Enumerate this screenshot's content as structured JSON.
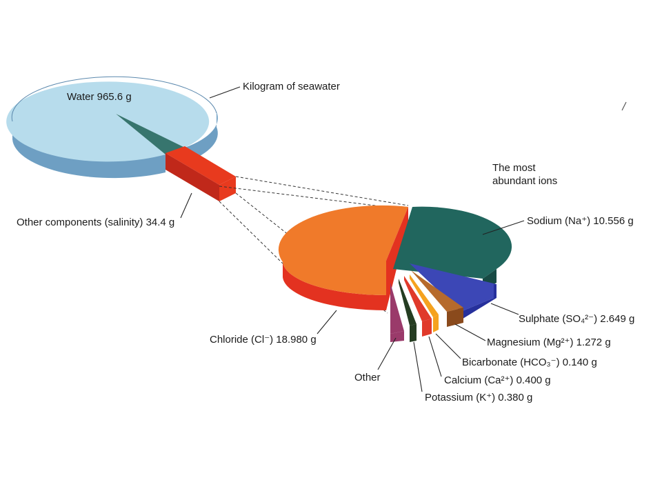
{
  "colors": {
    "water_top": "#b7dcec",
    "water_side": "#6e9fc3",
    "salinity_top": "#e83a1e",
    "salinity_side": "#c0281a",
    "chloride_top": "#f07a2a",
    "chloride_side": "#e33220",
    "sodium_top": "#21665e",
    "sodium_side": "#174a44",
    "sulphate_top": "#3c47b6",
    "sulphate_side": "#26309c",
    "magnesium_top": "#b66a2c",
    "magnesium_side": "#8a4a1c",
    "bicarbonate_top": "#f5a21f",
    "calcium_top": "#e03a2b",
    "potassium_top": "#253d22",
    "other_top": "#9a3a6a"
  },
  "chart_data": [
    {
      "type": "pie",
      "style": "3d-exploded",
      "series": [
        {
          "name": "Water",
          "label": "Water 965.6 g",
          "value": 965.6,
          "unit": "g"
        },
        {
          "name": "Other components (salinity)",
          "label": "Other components (salinity) 34.4 g",
          "value": 34.4,
          "unit": "g"
        }
      ],
      "annotation": "Kilogram of seawater"
    },
    {
      "type": "pie",
      "style": "3d-exploded",
      "title_lines": [
        "The most",
        "abundant ions"
      ],
      "series": [
        {
          "name": "Chloride",
          "label": "Chloride (Cl⁻) 18.980 g",
          "value": 18.98,
          "unit": "g"
        },
        {
          "name": "Sodium",
          "label": "Sodium (Na⁺) 10.556 g",
          "value": 10.556,
          "unit": "g"
        },
        {
          "name": "Sulphate",
          "label": "Sulphate (SO₄²⁻) 2.649 g",
          "value": 2.649,
          "unit": "g"
        },
        {
          "name": "Magnesium",
          "label": "Magnesium (Mg²⁺) 1.272 g",
          "value": 1.272,
          "unit": "g"
        },
        {
          "name": "Bicarbonate",
          "label": "Bicarbonate (HCO₃⁻) 0.140 g",
          "value": 0.14,
          "unit": "g"
        },
        {
          "name": "Calcium",
          "label": "Calcium (Ca²⁺) 0.400 g",
          "value": 0.4,
          "unit": "g"
        },
        {
          "name": "Potassium",
          "label": "Potassium (K⁺) 0.380 g",
          "value": 0.38,
          "unit": "g"
        },
        {
          "name": "Other",
          "label": "Other"
        }
      ]
    }
  ]
}
